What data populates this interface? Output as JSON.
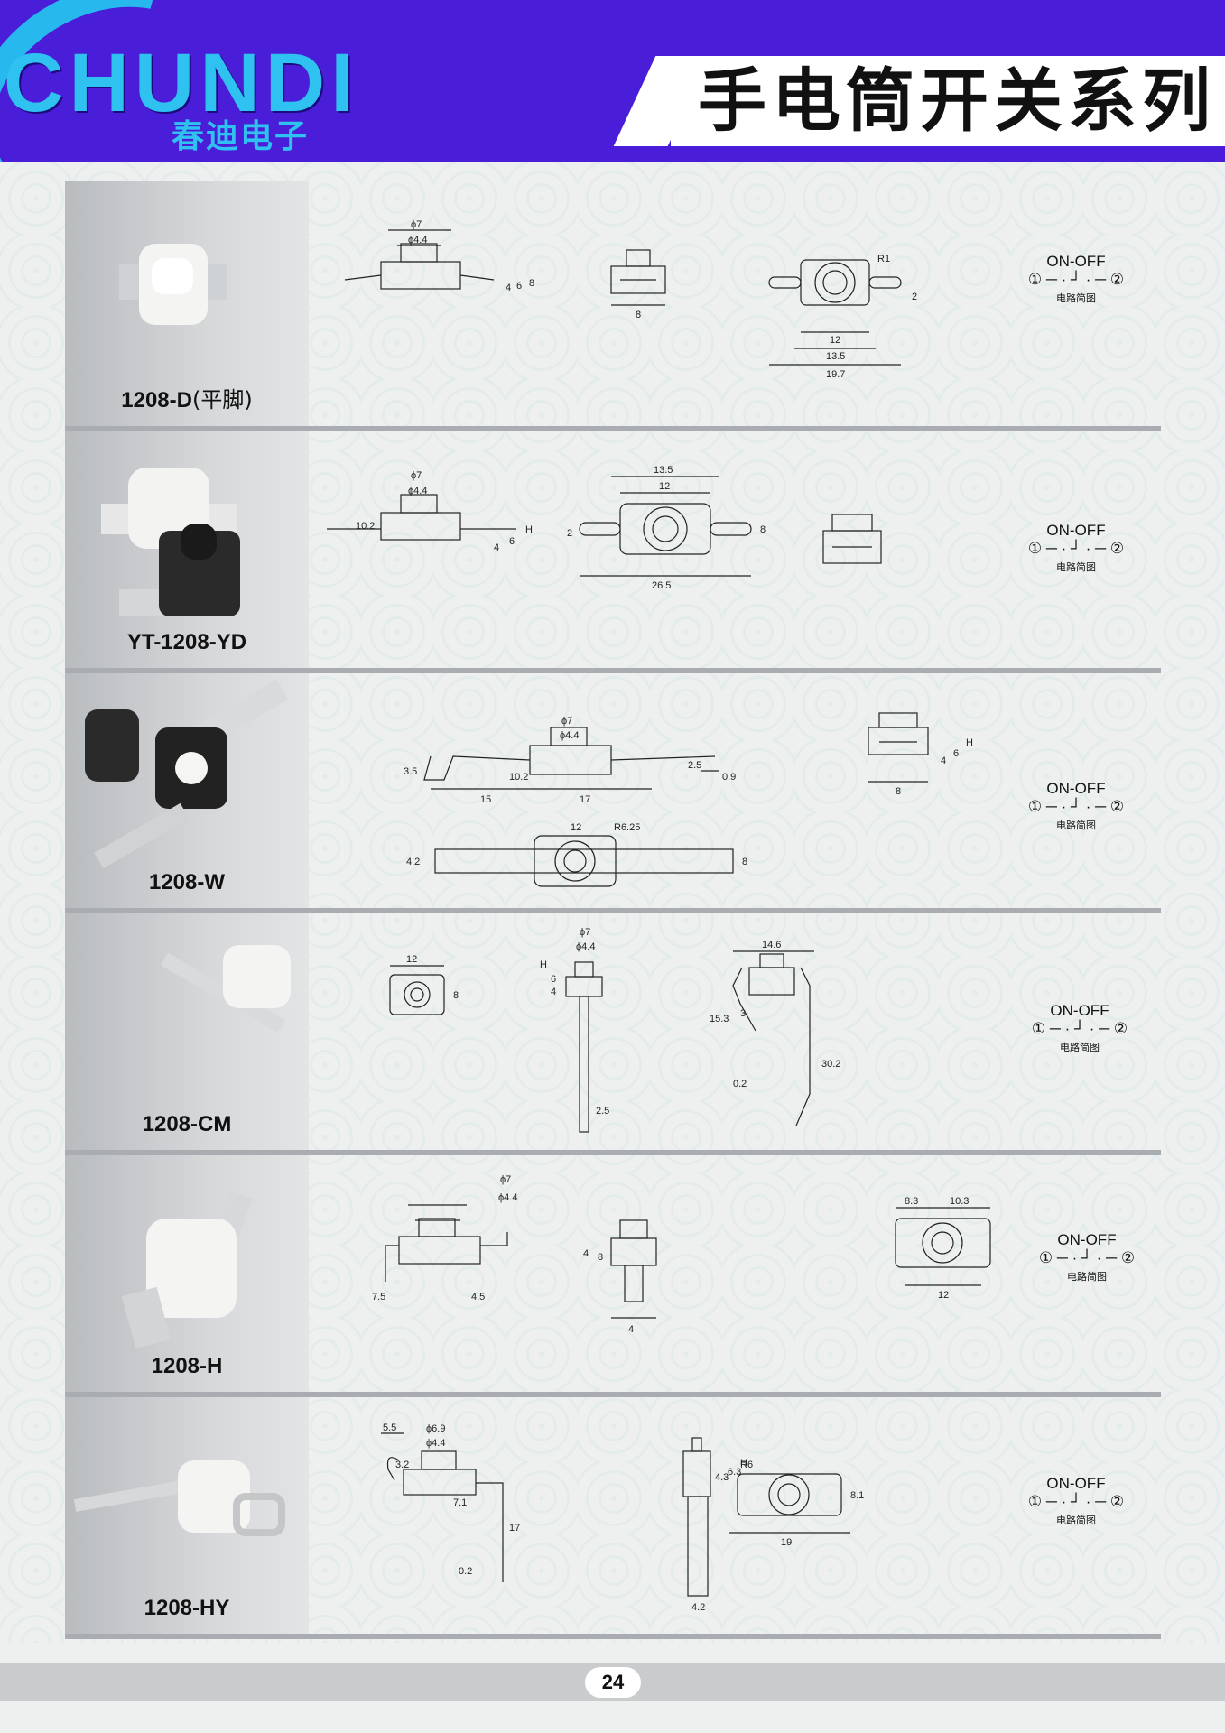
{
  "header": {
    "logo_text": "CHUNDI",
    "logo_cn": "春迪电子",
    "title": "手电筒开关系列"
  },
  "circuit": {
    "label": "ON-OFF",
    "sub": "电路简图",
    "node1": "①",
    "node2": "②"
  },
  "rows": [
    {
      "model": "1208-D",
      "model_suffix": "(平脚)",
      "dims": [
        "ϕ7",
        "ϕ4.4",
        "4",
        "6",
        "8",
        "8",
        "R1",
        "2",
        "12",
        "13.5",
        "19.7"
      ]
    },
    {
      "model": "YT-1208-YD",
      "model_suffix": "",
      "dims": [
        "ϕ7",
        "ϕ4.4",
        "10.2",
        "4",
        "6",
        "H",
        "13.5",
        "12",
        "2",
        "8",
        "26.5"
      ]
    },
    {
      "model": "1208-W",
      "model_suffix": "",
      "dims": [
        "ϕ7",
        "ϕ4.4",
        "3.5",
        "10.2",
        "15",
        "17",
        "2.5",
        "0.9",
        "4",
        "6",
        "H",
        "8",
        "12",
        "R6.25",
        "4.2",
        "8"
      ]
    },
    {
      "model": "1208-CM",
      "model_suffix": "",
      "dims": [
        "12",
        "8",
        "ϕ7",
        "ϕ4.4",
        "H",
        "6",
        "4",
        "2.5",
        "14.6",
        "15.3",
        "3",
        "0.2",
        "30.2"
      ]
    },
    {
      "model": "1208-H",
      "model_suffix": "",
      "dims": [
        "ϕ7",
        "ϕ4.4",
        "4",
        "8",
        "7.5",
        "4.5",
        "4",
        "8.3",
        "10.3",
        "12"
      ]
    },
    {
      "model": "1208-HY",
      "model_suffix": "",
      "dims": [
        "5.5",
        "ϕ6.9",
        "ϕ4.4",
        "3.2",
        "7.1",
        "17",
        "0.2",
        "4.3",
        "6.3",
        "H",
        "4.2",
        "R6",
        "8.1",
        "19"
      ]
    }
  ],
  "footer": {
    "page": "24"
  }
}
